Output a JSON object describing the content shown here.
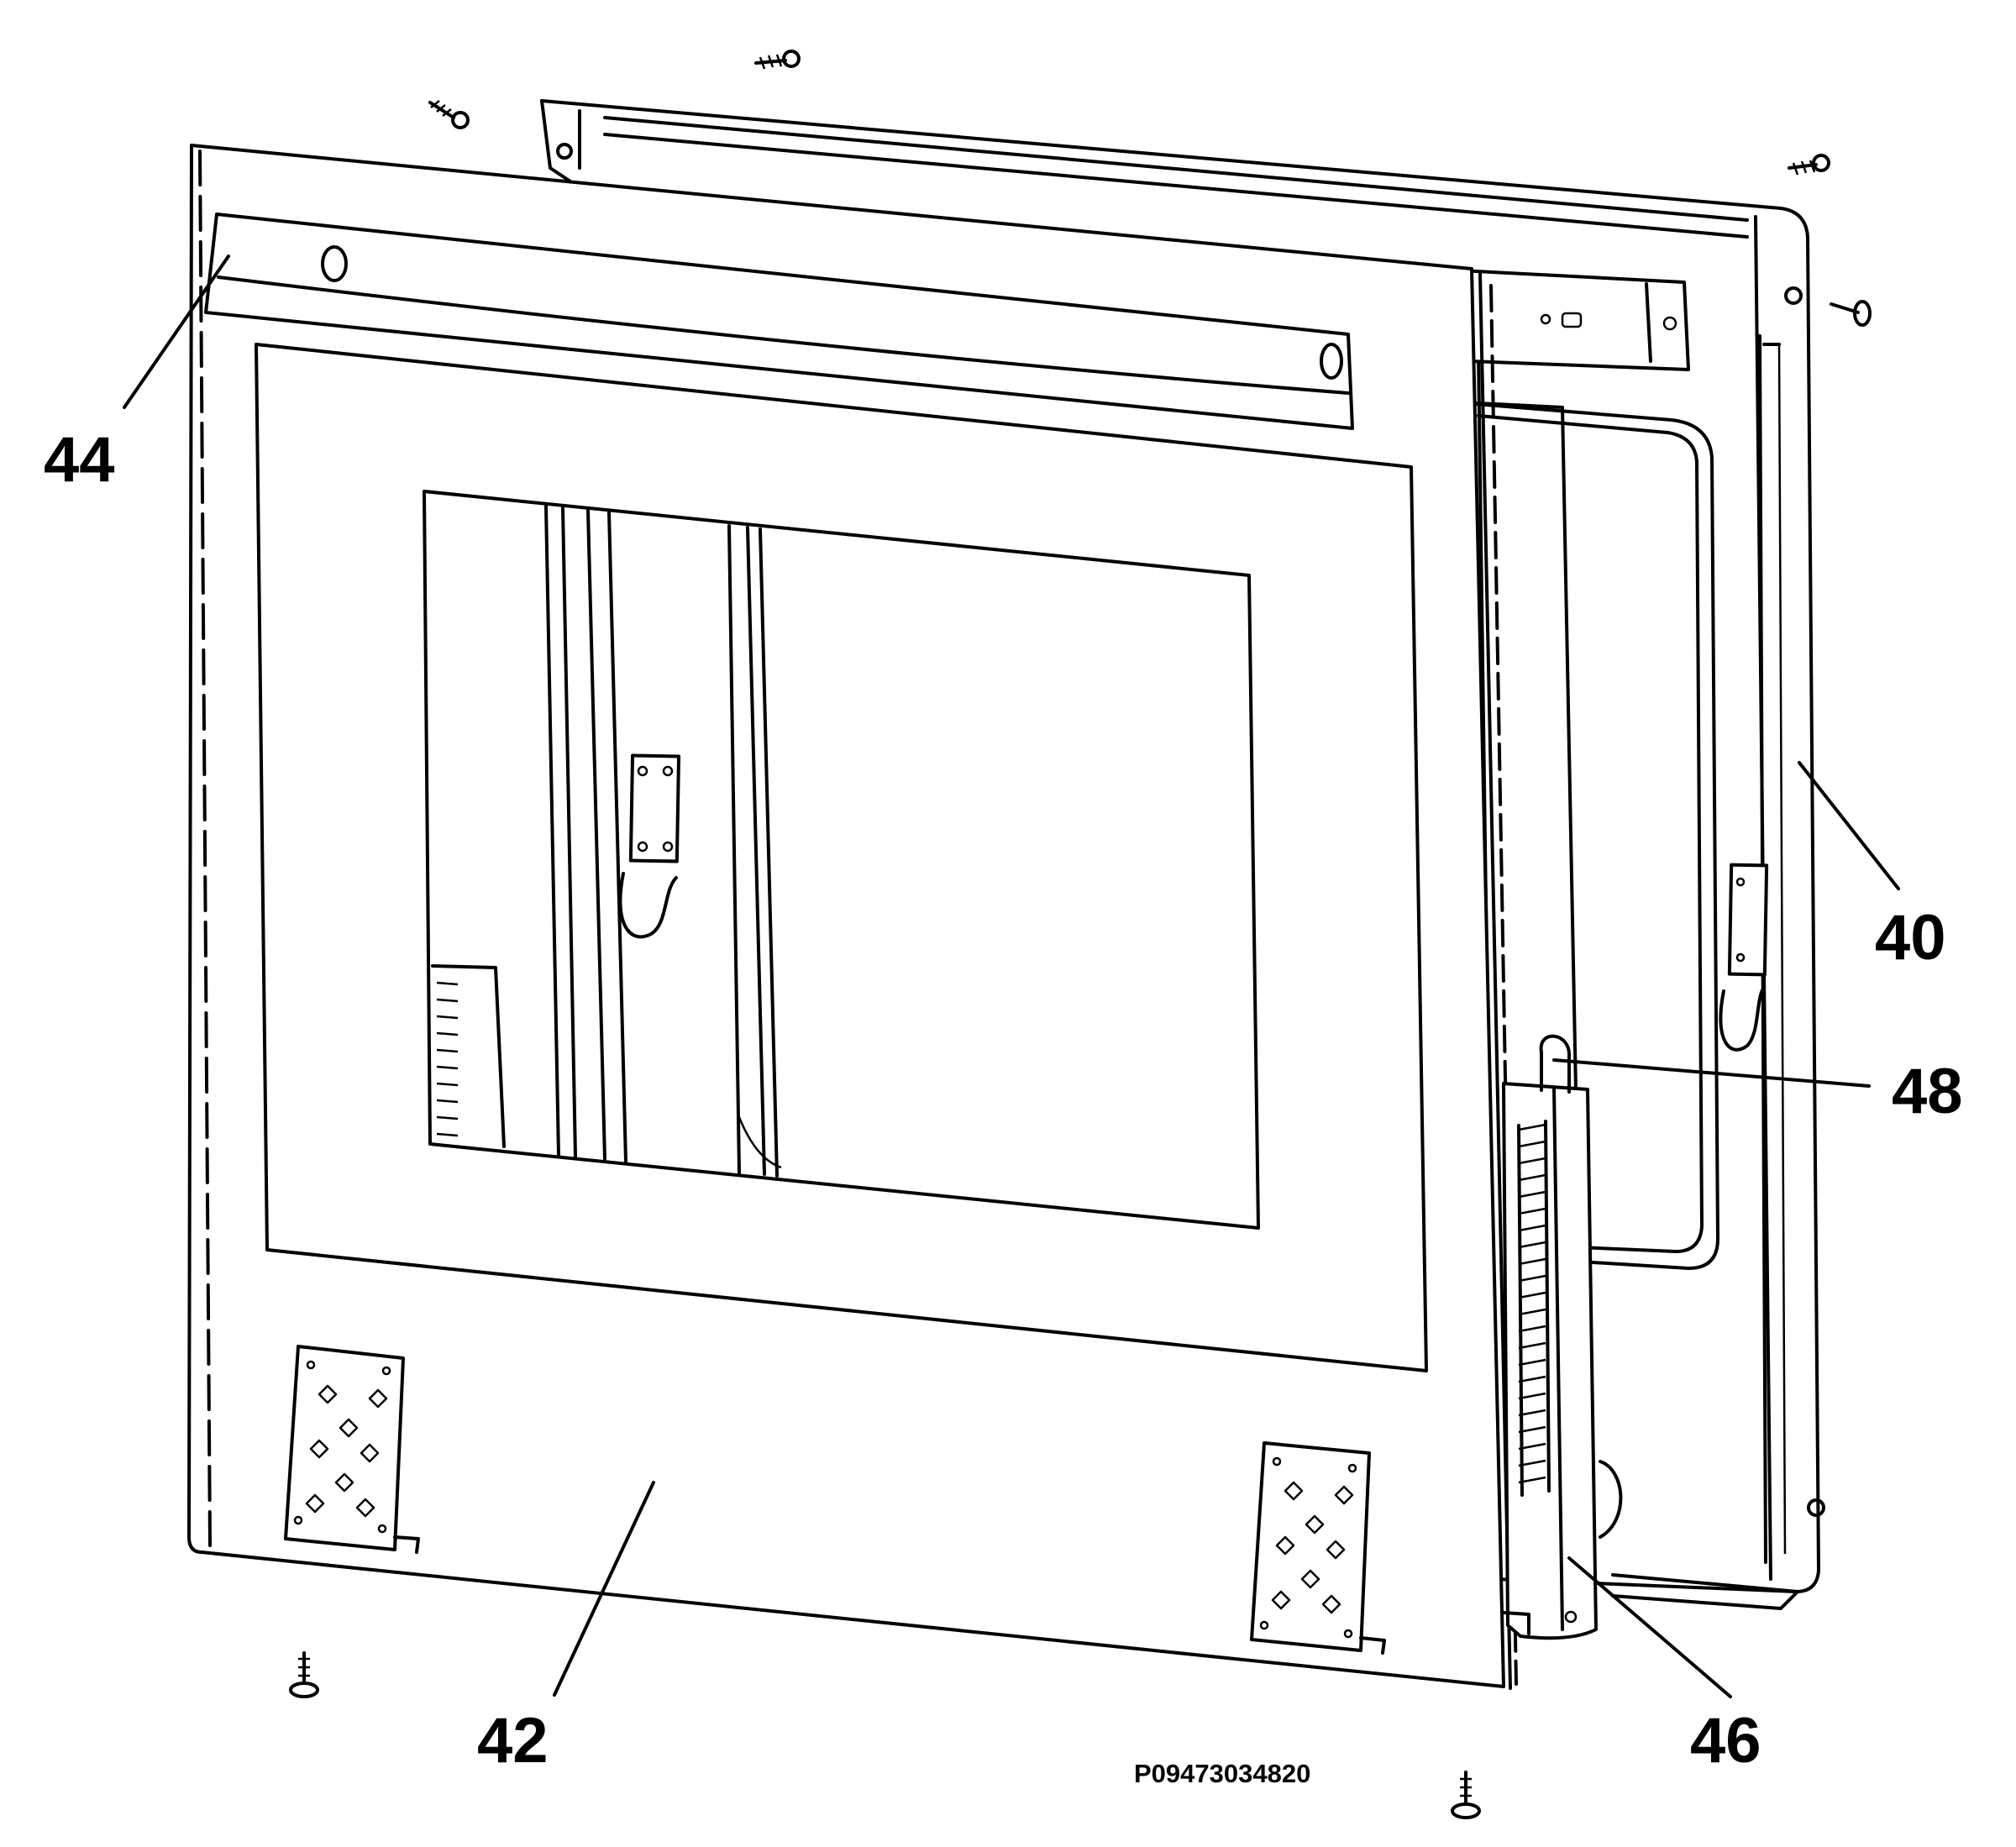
{
  "diagram": {
    "callouts": [
      {
        "id": "44",
        "label": "44"
      },
      {
        "id": "40",
        "label": "40"
      },
      {
        "id": "48",
        "label": "48"
      },
      {
        "id": "42",
        "label": "42"
      },
      {
        "id": "46",
        "label": "46"
      }
    ],
    "drawing_code": "P09473034820"
  }
}
